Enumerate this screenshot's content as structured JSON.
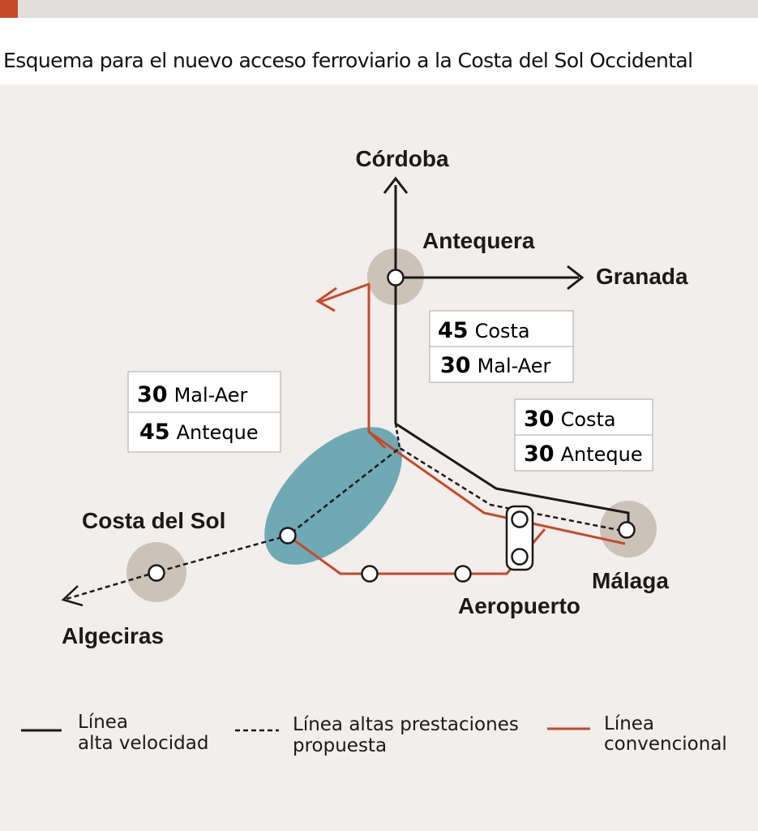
{
  "title": "Esquema para el nuevo acceso ferroviario a la Costa del Sol Occidental",
  "colors": {
    "high_speed": "#1a1a1a",
    "proposed": "#1a1a1a",
    "conventional": "#c44a2b",
    "hub": "#ccc2b8",
    "zone": "#6fa9b4",
    "accent": "#c44a2b"
  },
  "cities": {
    "cordoba": "Córdoba",
    "antequera": "Antequera",
    "granada": "Granada",
    "costa_del_sol": "Costa del Sol",
    "malaga": "Málaga",
    "aeropuerto": "Aeropuerto",
    "algeciras": "Algeciras"
  },
  "time_boxes": [
    {
      "rows": [
        {
          "value": "45",
          "label": "Costa"
        },
        {
          "value": "30",
          "label": "Mal-Aer"
        }
      ]
    },
    {
      "rows": [
        {
          "value": "30",
          "label": "Mal-Aer"
        },
        {
          "value": "45",
          "label": "Anteque"
        }
      ]
    },
    {
      "rows": [
        {
          "value": "30",
          "label": "Costa"
        },
        {
          "value": "30",
          "label": "Anteque"
        }
      ]
    }
  ],
  "legend": [
    {
      "style": "solid-black",
      "line1": "Línea",
      "line2": "alta velocidad"
    },
    {
      "style": "dashed-black",
      "line1": "Línea altas prestaciones",
      "line2": "propuesta"
    },
    {
      "style": "solid-red",
      "line1": "Línea",
      "line2": "convencional"
    }
  ]
}
